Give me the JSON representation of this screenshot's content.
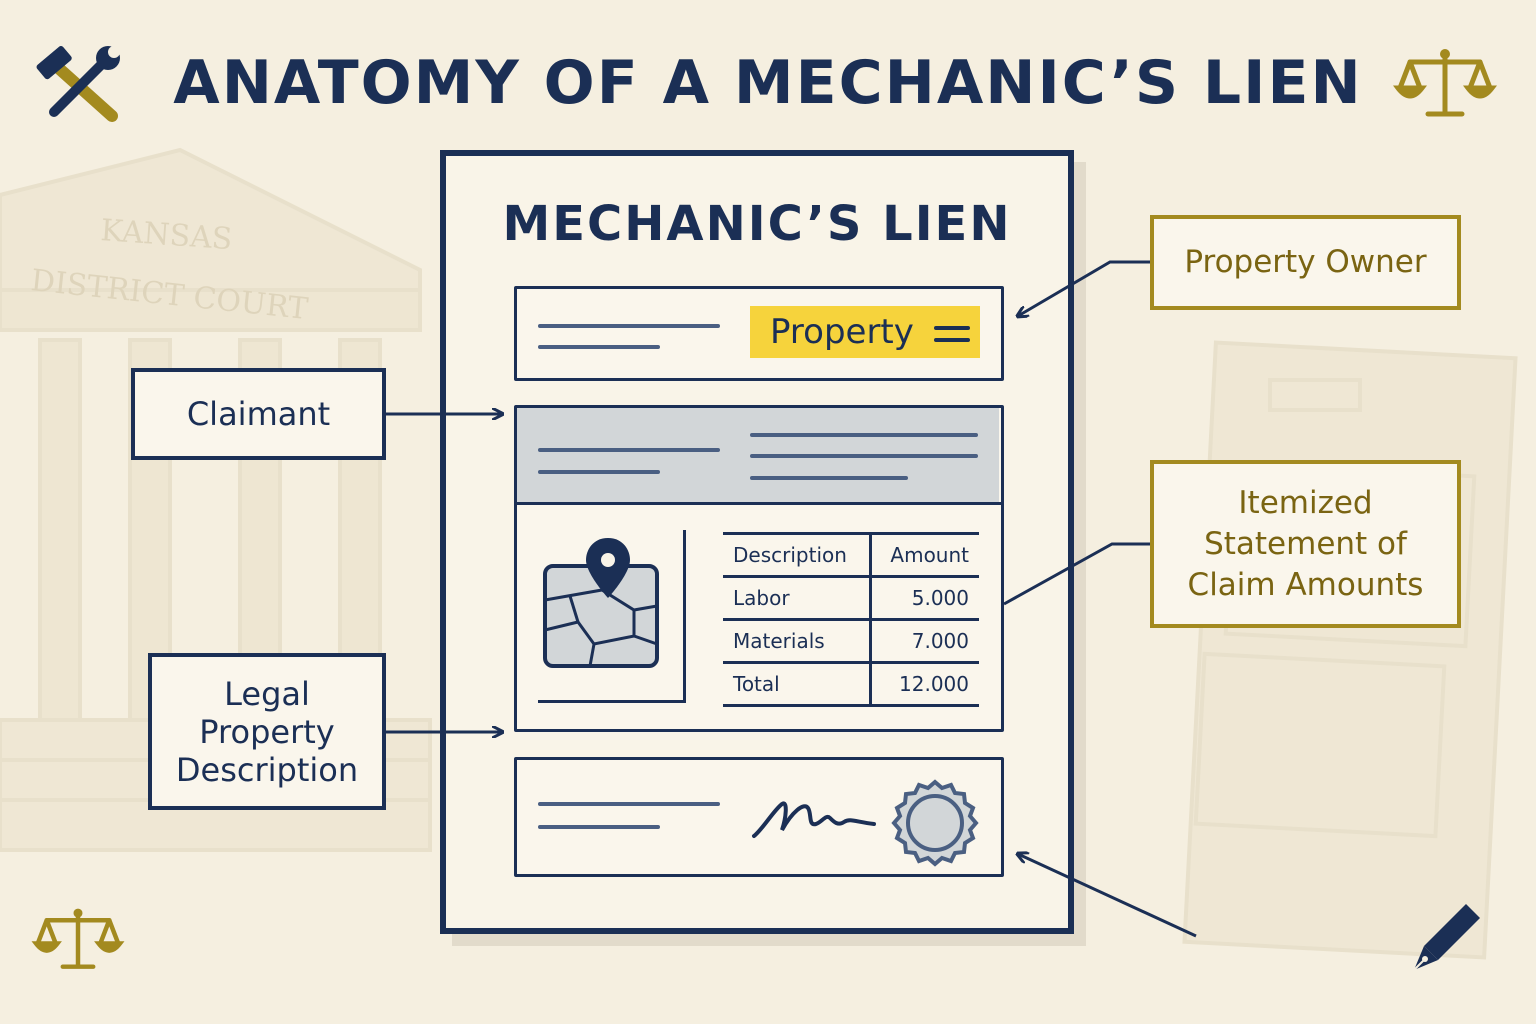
{
  "title": "ANATOMY OF A MECHANIC’S LIEN",
  "background": {
    "courthouse_text_1": "KANSAS",
    "courthouse_text_2": "DISTRICT COURT"
  },
  "document": {
    "title": "MECHANIC’S LIEN",
    "property_highlight": "Property",
    "table": {
      "headers": [
        "Description",
        "Amount"
      ],
      "rows": [
        {
          "description": "Labor",
          "amount": "5.000"
        },
        {
          "description": "Materials",
          "amount": "7.000"
        },
        {
          "description": "Total",
          "amount": "12.000"
        }
      ]
    }
  },
  "labels": {
    "property_owner": "Property Owner",
    "claimant": "Claimant",
    "legal_property_description": [
      "Legal",
      "Property",
      "Description"
    ],
    "itemized_statement": [
      "Itemized",
      "Statement of",
      "Claim Amounts"
    ]
  },
  "icons": [
    "tools-icon",
    "scales-icon",
    "map-pin-icon",
    "signature-icon",
    "seal-icon",
    "pen-icon"
  ],
  "colors": {
    "navy": "#1b2f55",
    "gold": "#a38a1f",
    "highlight": "#f6d33c",
    "background": "#f5efe0"
  }
}
